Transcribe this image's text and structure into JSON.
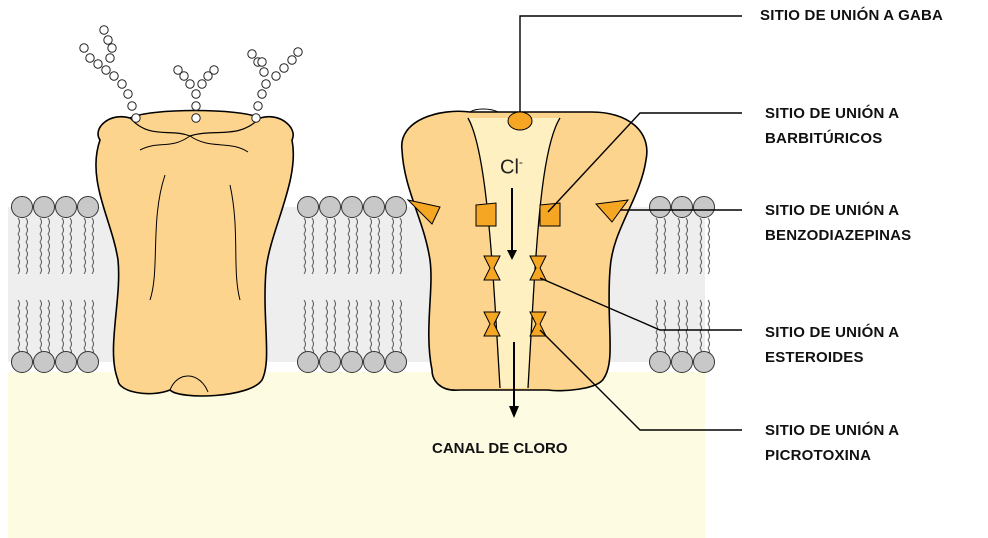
{
  "labels": {
    "gaba": "SITIO DE UNIÓN A GABA",
    "barbituricos_1": "SITIO DE UNIÓN A",
    "barbituricos_2": "BARBITÚRICOS",
    "benzo_1": "SITIO DE UNIÓN A",
    "benzo_2": "BENZODIAZEPINAS",
    "esteroides_1": "SITIO DE UNIÓN A",
    "esteroides_2": "ESTEROIDES",
    "picro_1": "SITIO DE UNIÓN A",
    "picro_2": "PICROTOXINA"
  },
  "channel": {
    "ion": "Cl",
    "charge": "-",
    "caption": "CANAL DE CLORO"
  },
  "colors": {
    "protein": "#FCD48E",
    "protein_dark": "#F6C46E",
    "channel_light": "#FEF0C0",
    "site": "#F5A623",
    "lipid_head": "#C8C8C8",
    "membrane_bg": "#F0F0F0",
    "cytoplasm": "#FEFBE3"
  }
}
